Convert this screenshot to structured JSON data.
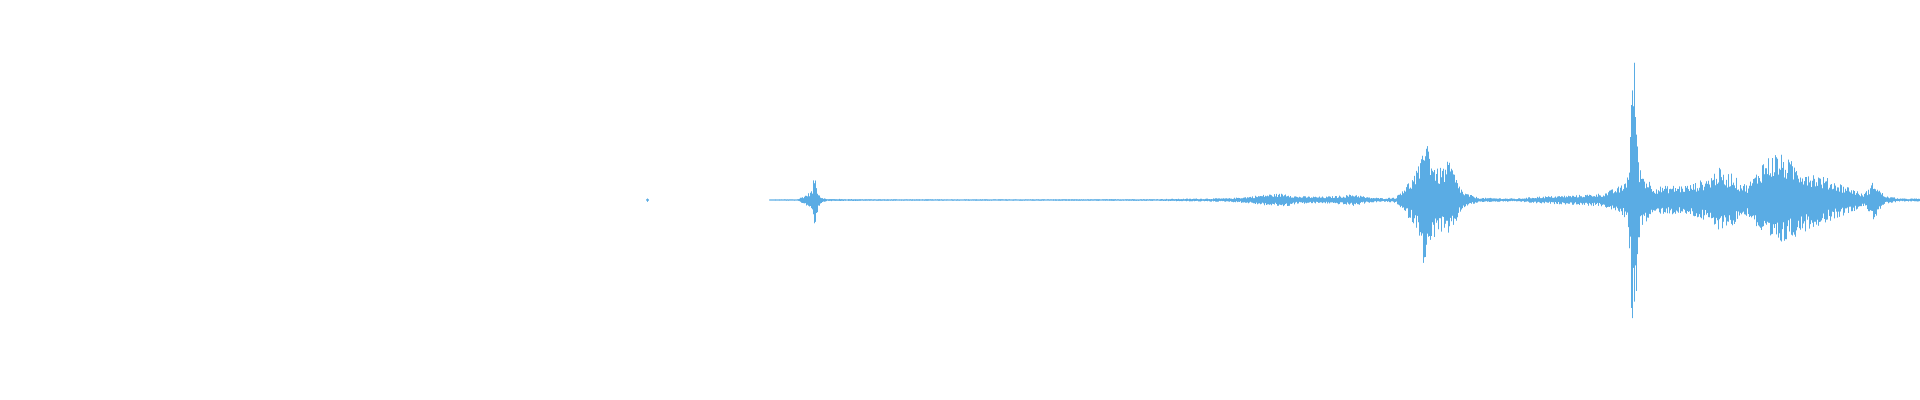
{
  "waveform": {
    "color": "#5aace4",
    "background": "#ffffff",
    "envelope": [
      [
        0.0,
        0.0
      ],
      [
        0.336,
        0.0
      ],
      [
        0.337,
        0.01
      ],
      [
        0.338,
        0.0
      ],
      [
        0.4,
        0.0
      ],
      [
        0.401,
        0.003
      ],
      [
        0.415,
        0.004
      ],
      [
        0.418,
        0.02
      ],
      [
        0.42,
        0.03
      ],
      [
        0.423,
        0.055
      ],
      [
        0.424,
        0.16
      ],
      [
        0.425,
        0.08
      ],
      [
        0.427,
        0.02
      ],
      [
        0.43,
        0.006
      ],
      [
        0.46,
        0.004
      ],
      [
        0.54,
        0.004
      ],
      [
        0.6,
        0.005
      ],
      [
        0.64,
        0.01
      ],
      [
        0.65,
        0.018
      ],
      [
        0.66,
        0.03
      ],
      [
        0.67,
        0.035
      ],
      [
        0.675,
        0.02
      ],
      [
        0.69,
        0.018
      ],
      [
        0.7,
        0.025
      ],
      [
        0.705,
        0.032
      ],
      [
        0.712,
        0.015
      ],
      [
        0.72,
        0.01
      ],
      [
        0.727,
        0.015
      ],
      [
        0.73,
        0.06
      ],
      [
        0.735,
        0.11
      ],
      [
        0.74,
        0.2
      ],
      [
        0.742,
        0.43
      ],
      [
        0.744,
        0.28
      ],
      [
        0.748,
        0.16
      ],
      [
        0.752,
        0.18
      ],
      [
        0.755,
        0.21
      ],
      [
        0.758,
        0.12
      ],
      [
        0.762,
        0.04
      ],
      [
        0.77,
        0.012
      ],
      [
        0.79,
        0.008
      ],
      [
        0.8,
        0.018
      ],
      [
        0.82,
        0.025
      ],
      [
        0.835,
        0.035
      ],
      [
        0.845,
        0.08
      ],
      [
        0.848,
        0.15
      ],
      [
        0.849,
        0.42
      ],
      [
        0.85,
        0.74
      ],
      [
        0.851,
        0.73
      ],
      [
        0.852,
        0.6
      ],
      [
        0.853,
        0.21
      ],
      [
        0.856,
        0.13
      ],
      [
        0.862,
        0.07
      ],
      [
        0.87,
        0.075
      ],
      [
        0.88,
        0.08
      ],
      [
        0.89,
        0.12
      ],
      [
        0.895,
        0.17
      ],
      [
        0.898,
        0.13
      ],
      [
        0.902,
        0.15
      ],
      [
        0.905,
        0.1
      ],
      [
        0.91,
        0.08
      ],
      [
        0.915,
        0.15
      ],
      [
        0.918,
        0.21
      ],
      [
        0.925,
        0.25
      ],
      [
        0.93,
        0.22
      ],
      [
        0.938,
        0.17
      ],
      [
        0.945,
        0.14
      ],
      [
        0.955,
        0.1
      ],
      [
        0.965,
        0.06
      ],
      [
        0.97,
        0.03
      ],
      [
        0.974,
        0.07
      ],
      [
        0.976,
        0.11
      ],
      [
        0.978,
        0.06
      ],
      [
        0.982,
        0.02
      ],
      [
        0.99,
        0.008
      ],
      [
        1.0,
        0.008
      ]
    ]
  }
}
